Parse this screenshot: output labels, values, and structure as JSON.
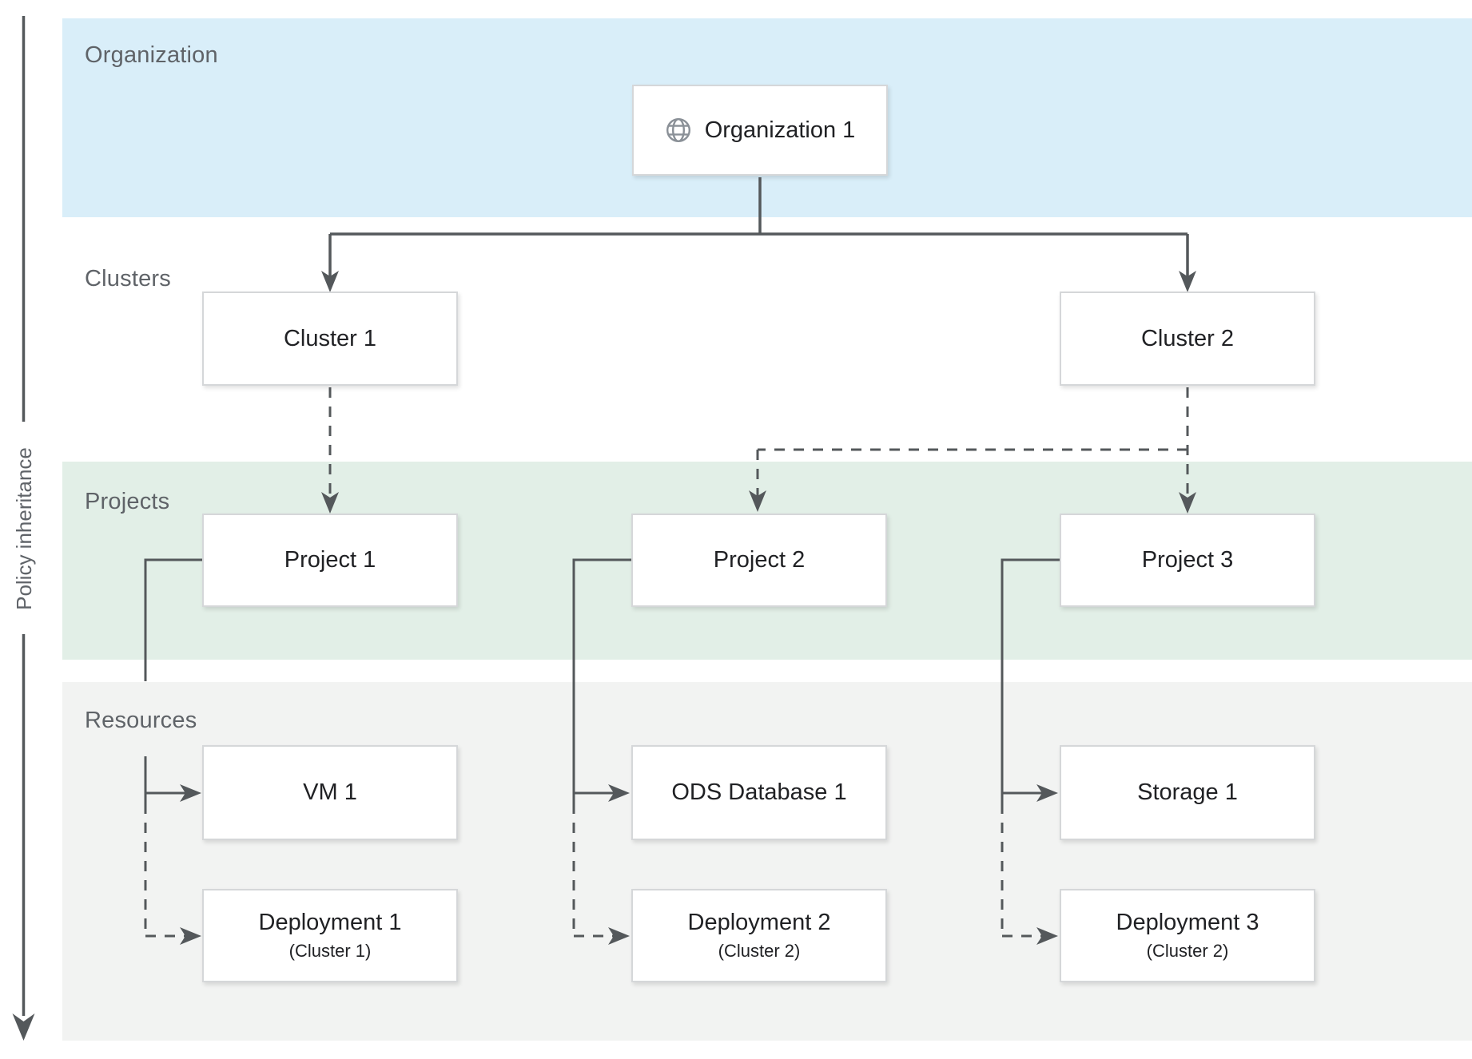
{
  "diagram": {
    "policy_axis_label": "Policy inheritance",
    "bands": [
      {
        "id": "organization",
        "label": "Organization",
        "bg": "#d9eef9"
      },
      {
        "id": "clusters",
        "label": "Clusters",
        "bg": "#ffffff"
      },
      {
        "id": "projects",
        "label": "Projects",
        "bg": "#e2efe7"
      },
      {
        "id": "resources",
        "label": "Resources",
        "bg": "#f2f3f2"
      }
    ],
    "nodes": {
      "organization1": {
        "label": "Organization 1",
        "icon": "globe-icon"
      },
      "cluster1": {
        "label": "Cluster 1"
      },
      "cluster2": {
        "label": "Cluster 2"
      },
      "project1": {
        "label": "Project 1"
      },
      "project2": {
        "label": "Project 2"
      },
      "project3": {
        "label": "Project 3"
      },
      "vm1": {
        "label": "VM 1"
      },
      "ods_database1": {
        "label": "ODS Database 1"
      },
      "storage1": {
        "label": "Storage 1"
      },
      "deployment1": {
        "label": "Deployment 1",
        "sublabel": "(Cluster 1)"
      },
      "deployment2": {
        "label": "Deployment 2",
        "sublabel": "(Cluster 2)"
      },
      "deployment3": {
        "label": "Deployment 3",
        "sublabel": "(Cluster 2)"
      }
    },
    "edges": [
      {
        "from": "organization1",
        "to": "cluster1",
        "style": "solid"
      },
      {
        "from": "organization1",
        "to": "cluster2",
        "style": "solid"
      },
      {
        "from": "cluster1",
        "to": "project1",
        "style": "dashed"
      },
      {
        "from": "cluster2",
        "to": "project2",
        "style": "dashed"
      },
      {
        "from": "cluster2",
        "to": "project3",
        "style": "dashed"
      },
      {
        "from": "project1",
        "to": "vm1",
        "style": "solid"
      },
      {
        "from": "project1",
        "to": "deployment1",
        "style": "dashed"
      },
      {
        "from": "project2",
        "to": "ods_database1",
        "style": "solid"
      },
      {
        "from": "project2",
        "to": "deployment2",
        "style": "dashed"
      },
      {
        "from": "project3",
        "to": "storage1",
        "style": "solid"
      },
      {
        "from": "project3",
        "to": "deployment3",
        "style": "dashed"
      }
    ]
  },
  "colors": {
    "band_organization": "#d9eef9",
    "band_projects": "#e2efe7",
    "band_resources": "#f2f3f2",
    "connector_line": "#54585b",
    "box_border": "#d5d7d9",
    "box_text": "#202124",
    "band_label_text": "#5f6368",
    "globe_icon": "#8a9097"
  }
}
